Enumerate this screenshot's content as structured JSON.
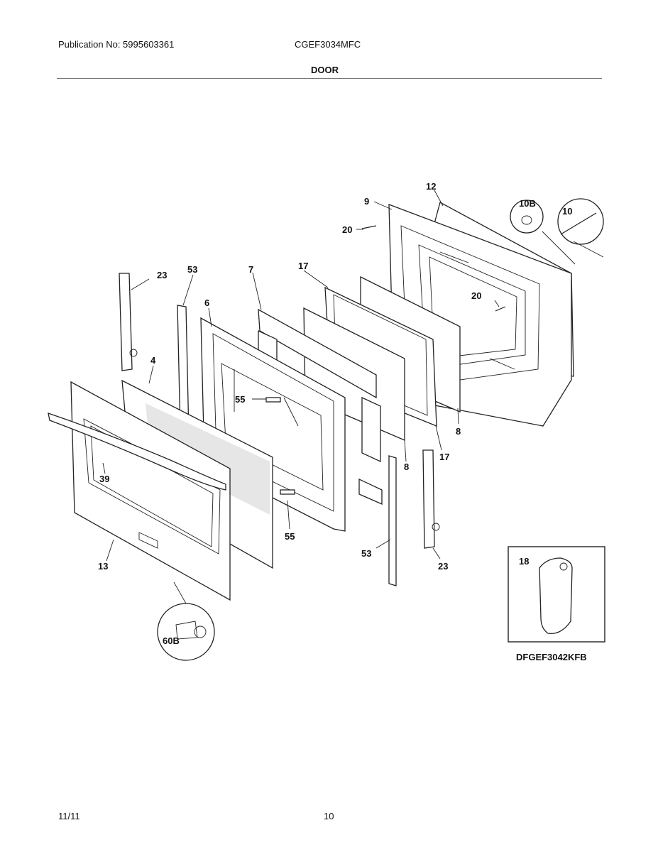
{
  "header": {
    "publication": "Publication No: 5995603361",
    "model": "CGEF3034MFC",
    "section": "DOOR"
  },
  "footer": {
    "date": "11/11",
    "page": "10"
  },
  "inset": {
    "part": "18",
    "model": "DFGEF3042KFB"
  },
  "callouts": {
    "c9": "9",
    "c12": "12",
    "c10B": "10B",
    "c10": "10",
    "c20a": "20",
    "c20b": "20",
    "c23a": "23",
    "c53a": "53",
    "c7": "7",
    "c17a": "17",
    "c6": "6",
    "c4": "4",
    "c55a": "55",
    "c39": "39",
    "c8a": "8",
    "c8b": "8",
    "c17b": "17",
    "c55b": "55",
    "c53b": "53",
    "c23b": "23",
    "c13": "13",
    "c60B": "60B"
  }
}
